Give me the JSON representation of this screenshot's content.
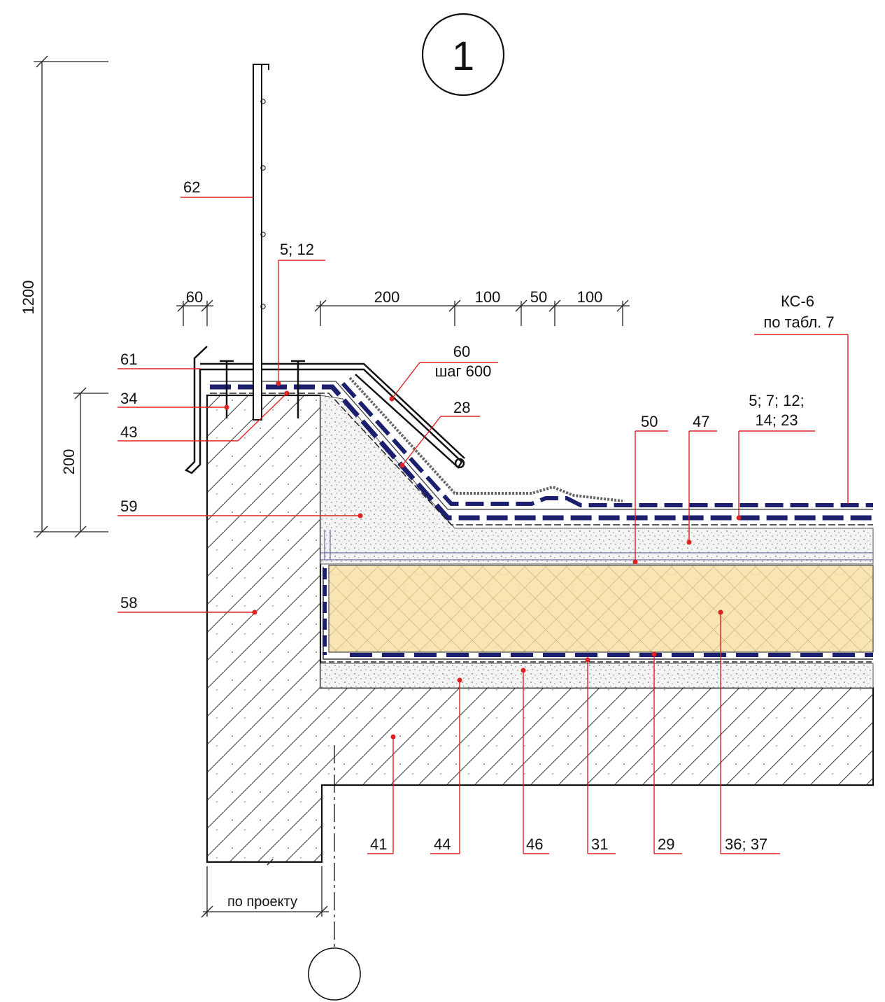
{
  "detail": {
    "number": "1"
  },
  "dimensions": {
    "total_height": "1200",
    "parapet_height": "200",
    "lip": "60",
    "d200": "200",
    "d100a": "100",
    "d50": "50",
    "d100b": "100",
    "bottom": "по проекту"
  },
  "callouts": {
    "c62": "62",
    "c5_12": "5; 12",
    "c61": "61",
    "c34": "34",
    "c43": "43",
    "c59": "59",
    "c58": "58",
    "c60": "60",
    "c60_step": "шаг 600",
    "c28": "28",
    "c50": "50",
    "c47": "47",
    "c5_7_12_l1": "5; 7; 12;",
    "c5_7_12_l2": "14; 23",
    "ks6_l1": "КС-6",
    "ks6_l2": "по табл. 7",
    "c41": "41",
    "c44": "44",
    "c46": "46",
    "c31": "31",
    "c29": "29",
    "c36_37": "36; 37"
  },
  "colors": {
    "membrane": "#1c1f6e",
    "insulation": "#f7e6b3",
    "leader": "#dd2222",
    "screed": "#f3f3f3"
  }
}
